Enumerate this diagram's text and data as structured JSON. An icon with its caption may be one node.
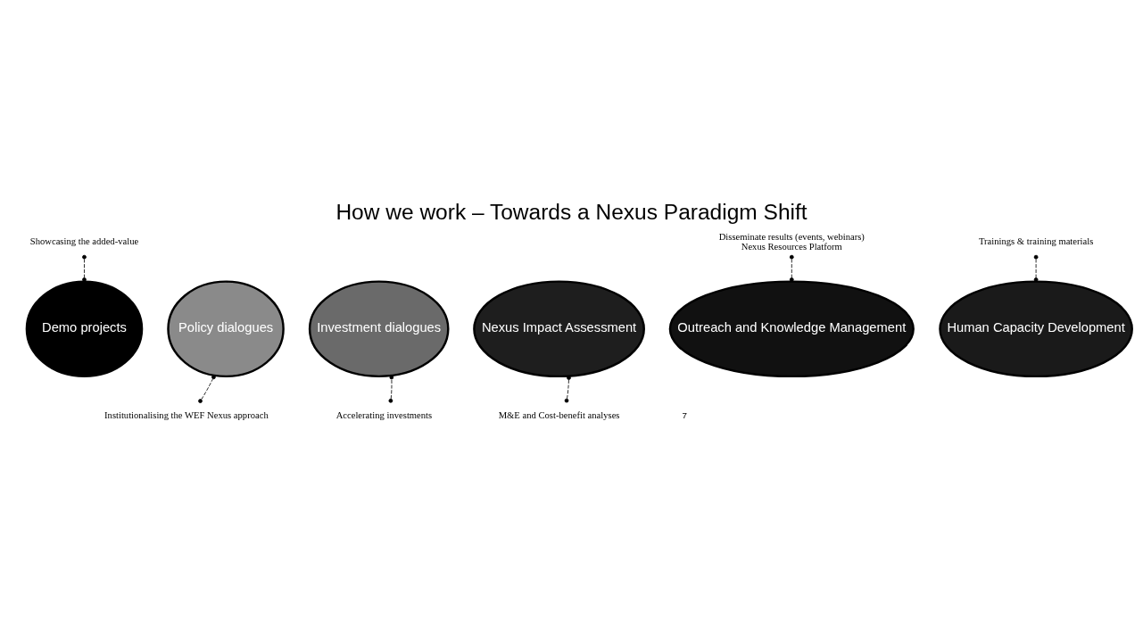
{
  "diagram": {
    "title": "How we work – Towards a Nexus Paradigm Shift",
    "nodes": [
      {
        "text": [
          "Demo projects"
        ]
      },
      {
        "text": [
          "Policy dialogues"
        ]
      },
      {
        "text": [
          "Investment dialogues"
        ]
      },
      {
        "text": [
          "Nexus Impact Assessment"
        ]
      },
      {
        "text": [
          "Outreach and Knowledge Management"
        ]
      },
      {
        "text": [
          "Human Capacity Development"
        ]
      },
      {
        "text": [
          "Showcasing the added-value"
        ]
      },
      {
        "text": [
          "Disseminate results (events, webinars)",
          "Nexus Resources Platform"
        ]
      },
      {
        "text": [
          "Trainings & training materials"
        ]
      },
      {
        "text": [
          "Institutionalising the WEF Nexus approach"
        ]
      },
      {
        "text": [
          "Accelerating investments"
        ]
      },
      {
        "text": [
          "M&E and Cost-benefit analyses"
        ]
      }
    ],
    "edges": [
      {
        "from": 6,
        "to": 0,
        "arrow": "other",
        "style": "dashed"
      },
      {
        "from": 7,
        "to": 4,
        "arrow": "other",
        "style": "dashed"
      },
      {
        "from": 8,
        "to": 5,
        "arrow": "other",
        "style": "dashed"
      },
      {
        "from": 9,
        "to": 1,
        "arrow": "other",
        "style": "dashed"
      },
      {
        "from": 10,
        "to": 2,
        "arrow": "other",
        "style": "dashed"
      },
      {
        "from": 11,
        "to": 3,
        "arrow": "other",
        "style": "dashed"
      }
    ],
    "labels": [
      "7"
    ]
  }
}
